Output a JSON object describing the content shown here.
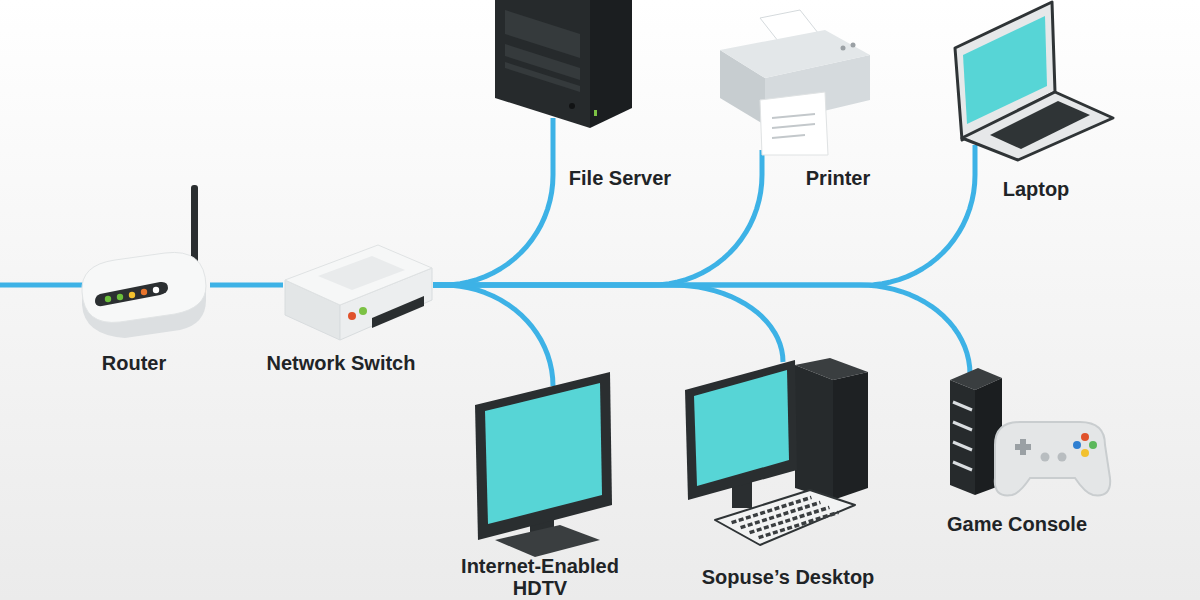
{
  "diagram": {
    "nodes": [
      {
        "text": [
          "Router"
        ]
      },
      {
        "text": [
          "Network Switch"
        ]
      },
      {
        "text": [
          "File Server"
        ]
      },
      {
        "text": [
          "Printer"
        ]
      },
      {
        "text": [
          "Laptop"
        ]
      },
      {
        "text": [
          "Internet-Enabled HDTV"
        ]
      },
      {
        "text": [
          "Sopuse’s Desktop"
        ]
      },
      {
        "text": [
          "Game Console"
        ]
      }
    ],
    "edges": [
      {
        "from": 0,
        "to": 1,
        "arrow": "none"
      },
      {
        "from": 1,
        "to": 2,
        "arrow": "none"
      },
      {
        "from": 1,
        "to": 3,
        "arrow": "none"
      },
      {
        "from": 1,
        "to": 4,
        "arrow": "none"
      },
      {
        "from": 1,
        "to": 5,
        "arrow": "none"
      },
      {
        "from": 1,
        "to": 6,
        "arrow": "none"
      },
      {
        "from": 1,
        "to": 7,
        "arrow": "none"
      }
    ]
  }
}
